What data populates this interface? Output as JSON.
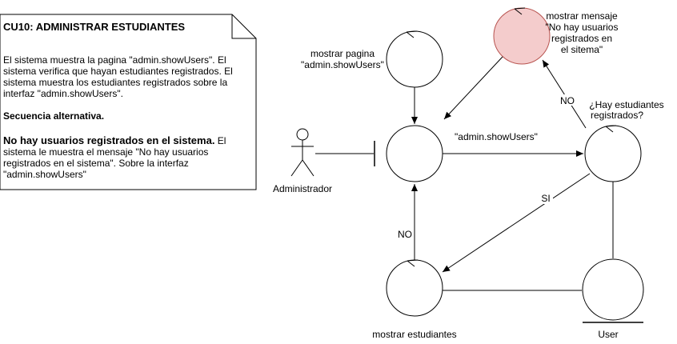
{
  "note": {
    "title": "CU10: ADMINISTRAR ESTUDIANTES",
    "para1": [
      "El sistema muestra la pagina \"admin.showUsers\". El",
      "sistema verifica que hayan estudiantes registrados. El",
      "sistema muestra los estudiantes registrados sobre la",
      "interfaz \"admin.showUsers\"."
    ],
    "alt_heading": "Secuencia alternativa.",
    "alt_bold": "No hay usuarios registrados en el sistema.",
    "alt_rest_first": " El",
    "alt_lines": [
      "sistema le muestra el mensaje \"No hay usuarios",
      "registrados en el sistema\". Sobre la interfaz",
      "\"admin.showUsers\""
    ]
  },
  "nodes": {
    "mostrar_pagina": [
      "mostrar pagina",
      "\"admin.showUsers\""
    ],
    "mostrar_mensaje": [
      "mostrar mensaje",
      "\"No hay usuarios",
      "registrados en",
      "el sitema\""
    ],
    "hay_estudiantes": [
      "¿Hay estudiantes",
      "registrados?"
    ],
    "mostrar_estudiantes": "mostrar estudiantes",
    "user": "User",
    "actor": "Administrador"
  },
  "edges": {
    "admin_showusers": "\"admin.showUsers\"",
    "no_top": "NO",
    "si": "SI",
    "no_left": "NO"
  },
  "colors": {
    "highlight_fill": "#f4cccc",
    "highlight_stroke": "#b85450"
  }
}
